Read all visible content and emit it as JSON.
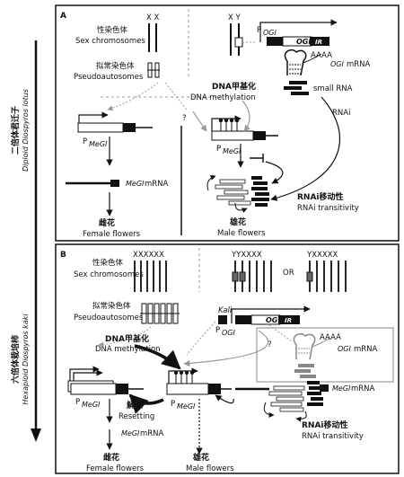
{
  "left_axis": {
    "diploid_cn": "二倍体君迁子",
    "diploid_en": "Diploid Diospyros lotus",
    "hexaploid_cn": "六倍体栽培柿",
    "hexaploid_en": "Hexaploid Diospyros kaki"
  },
  "panel_a": {
    "label": "A",
    "sex_cn": "性染色体",
    "sex_en": "Sex chromosomes",
    "xx": "X X",
    "xy": "X Y",
    "pseudo_cn": "拟常染色体",
    "pseudo_en": "Pseudoautosomes",
    "pogi": "OGI",
    "pogi_prefix": "P",
    "ir1": "IR",
    "ogi": "OGI",
    "ir2": "IR",
    "aaaa": "AAAA",
    "ogi_mrna_gene": "OGI",
    "ogi_mrna_word": "mRNA",
    "small_rna": "small RNA",
    "rnai": "RNAi",
    "dna_methyl_cn": "DNA甲基化",
    "dna_methyl_en": "DNA methylation",
    "question": "?",
    "pmegi_prefix": "P",
    "pmegi": "MeGI",
    "pmegi2_prefix": "P",
    "pmegi2": "MeGI",
    "megi_mrna_gene": "MeGI",
    "megi_mrna_word": "mRNA",
    "transitivity_cn": "RNAi移动性",
    "transitivity_en": "RNAi transitivity",
    "female_cn": "雌花",
    "female_en": "Female flowers",
    "male_cn": "雄花",
    "male_en": "Male flowers"
  },
  "panel_b": {
    "label": "B",
    "sex_cn": "性染色体",
    "sex_en": "Sex chromosomes",
    "xxxxxx": "XXXXXX",
    "yyxxxx": "YYXXXX",
    "or": "OR",
    "yxxxxx": "YXXXXX",
    "pseudo_cn": "拟常染色体",
    "pseudo_en": "Pseudoautosomes",
    "kali": "Kali",
    "pogi_prefix": "P",
    "pogi": "OGI",
    "ir1": "IR",
    "ogi": "OGI",
    "ir2": "IR",
    "question": "?",
    "aaaa": "AAAA",
    "ogi_mrna_gene": "OGI",
    "ogi_mrna_word": "mRNA",
    "dna_methyl_cn": "DNA甲基化",
    "dna_methyl_en": "DNA methylation",
    "pmegi_prefix": "P",
    "pmegi": "MeGI",
    "pmegi2_prefix": "P",
    "pmegi2": "MeGI",
    "resetting_cn": "解除",
    "resetting_en": "Resetting",
    "megi_mrna_gene": "MeGI",
    "megi_mrna_word": "mRNA",
    "megi_mrna2_gene": "MeGI",
    "megi_mrna2_word": "mRNA",
    "transitivity_cn": "RNAi移动性",
    "transitivity_en": "RNAi transitivity",
    "female_cn": "雌花",
    "female_en": "Female flowers",
    "male_cn": "雄花",
    "male_en": "Male flowers"
  },
  "colors": {
    "ink": "#111111",
    "grey": "#9a9a9a",
    "box": "#ffffff"
  }
}
